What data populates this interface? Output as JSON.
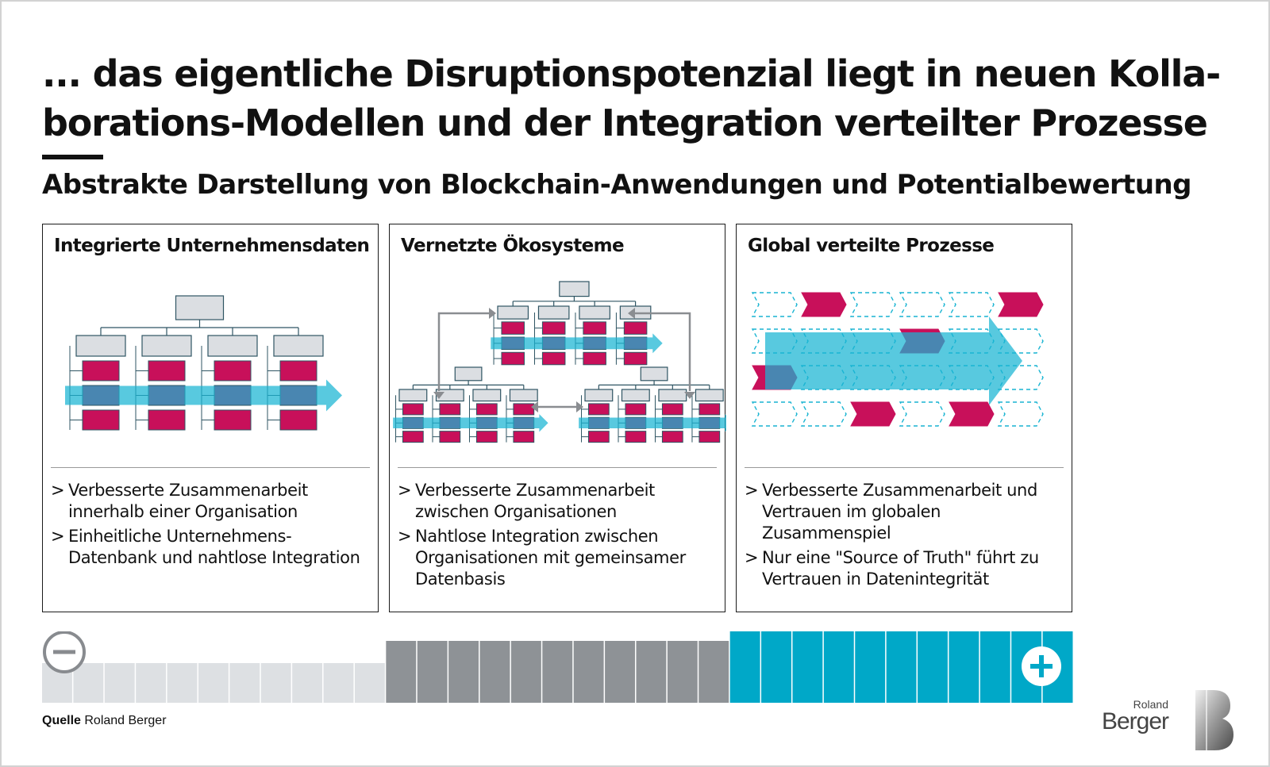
{
  "title_lines": [
    "... das eigentliche Disruptionspotenzial liegt in neuen Kolla-",
    "borations-Modellen und der Integration verteilter Prozesse"
  ],
  "subtitle": "Abstrakte Darstellung von Blockchain-Anwendungen und Potentialbewertung",
  "panels": [
    {
      "title": "Integrierte Unternehmensdaten",
      "bullets": [
        [
          "Verbesserte Zusammenarbeit",
          "innerhalb einer Organisation"
        ],
        [
          "Einheitliche Unternehmens-",
          "Datenbank und nahtlose Integration"
        ]
      ]
    },
    {
      "title": "Vernetzte Ökosysteme",
      "bullets": [
        [
          "Verbesserte Zusammenarbeit",
          "zwischen Organisationen"
        ],
        [
          "Nahtlose Integration zwischen",
          "Organisationen mit gemeinsamer",
          "Datenbasis"
        ]
      ]
    },
    {
      "title": "Global verteilte Prozesse",
      "bullets": [
        [
          "Verbesserte Zusammenarbeit und",
          "Vertrauen im globalen",
          "Zusammenspiel"
        ],
        [
          "Nur eine \"Source of Truth\" führt zu",
          "Vertrauen in Datenintegrität"
        ]
      ]
    }
  ],
  "bullet_marker": ">",
  "scale": {
    "low_icon": "minus-circle-icon",
    "high_icon": "plus-circle-icon",
    "segments_per_level": 11,
    "levels": [
      "low",
      "medium",
      "high"
    ]
  },
  "source_label": "Quelle",
  "source_value": "Roland Berger",
  "logo": {
    "word1": "Roland",
    "word2": "Berger"
  },
  "colors": {
    "magenta": "#c8105a",
    "cyan": "#18b4d2",
    "cyan_transparent": "rgba(24,180,210,0.72)",
    "box_gray": "#dbdee2",
    "outline": "#2f5563",
    "scale_light": "#dde0e3",
    "scale_mid": "#8e9296",
    "scale_high": "#00a8c8"
  }
}
